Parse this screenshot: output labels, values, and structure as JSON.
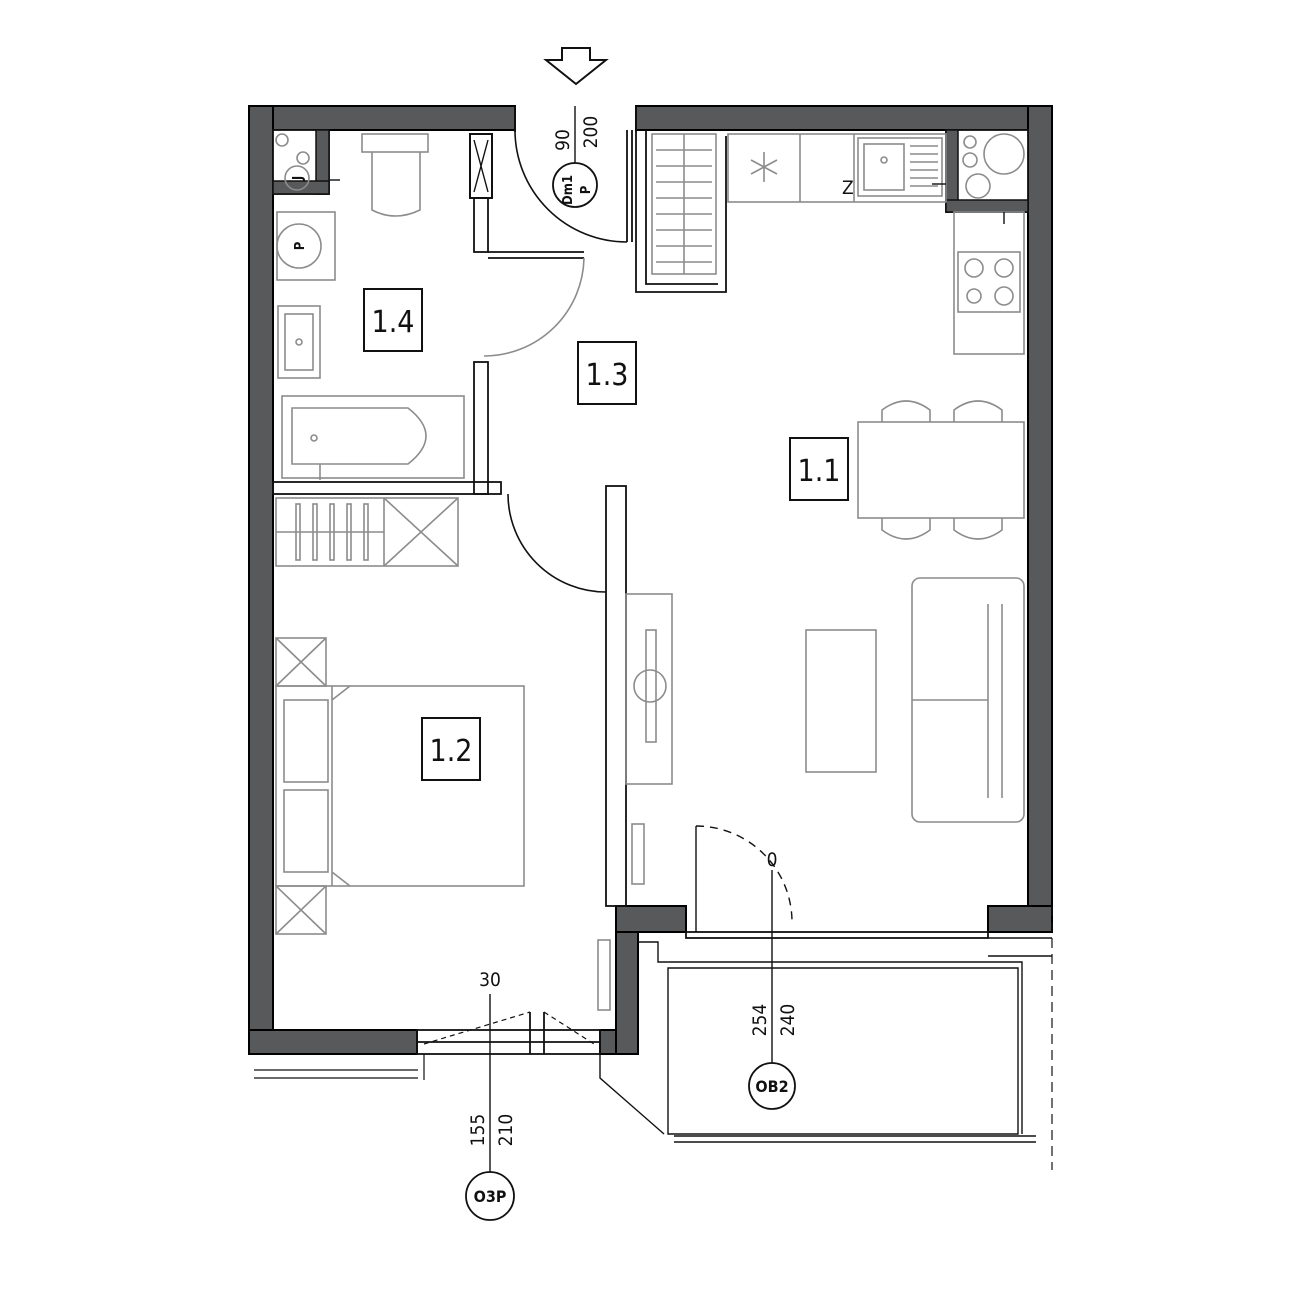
{
  "rooms": [
    {
      "id": "1.1",
      "label": "1.1"
    },
    {
      "id": "1.2",
      "label": "1.2"
    },
    {
      "id": "1.3",
      "label": "1.3"
    },
    {
      "id": "1.4",
      "label": "1.4"
    }
  ],
  "entrance_door": {
    "width": "90",
    "height": "200",
    "tag_line1": "Dm1",
    "tag_line2": "P"
  },
  "window_bedroom": {
    "sill": "30",
    "width": "155",
    "height": "210",
    "tag": "O3P"
  },
  "balcony_door": {
    "sill": "0",
    "width": "254",
    "height": "240",
    "tag": "OB2"
  },
  "fixtures": {
    "washer_symbol": "P",
    "fridge_symbol": "Z",
    "boiler_symbol": "J"
  },
  "colors": {
    "wall_fill": "#58595b",
    "line": "#111111",
    "furniture": "#8c8c8c"
  }
}
